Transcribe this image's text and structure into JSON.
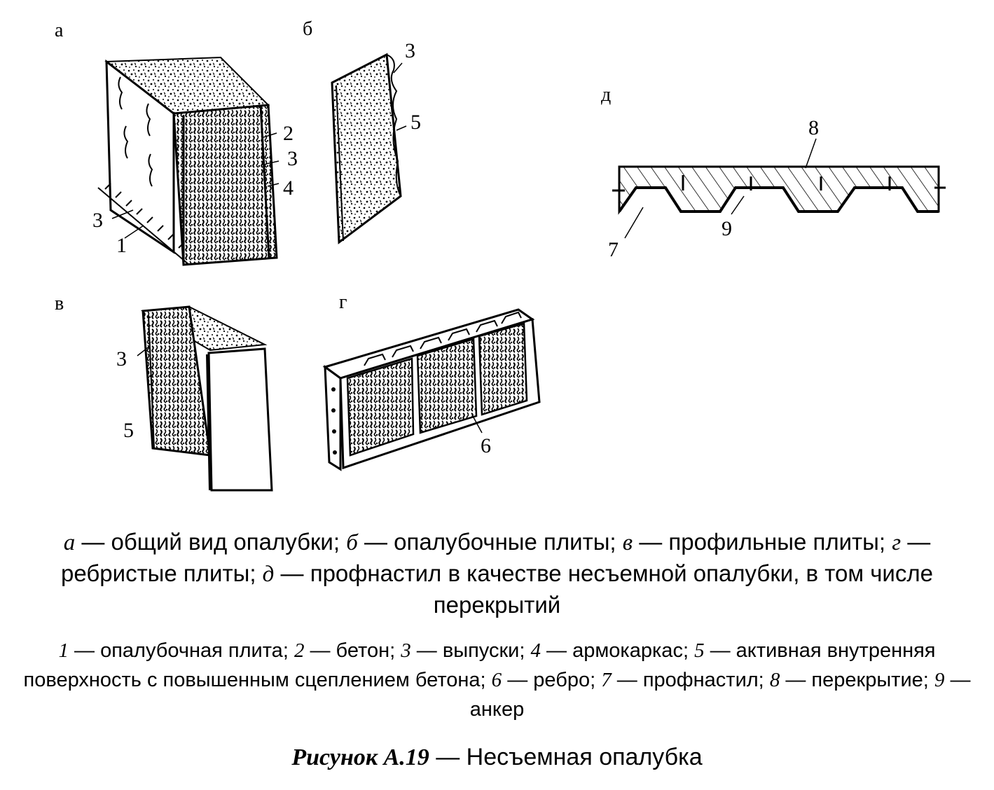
{
  "panels": {
    "a": "а",
    "b": "б",
    "v": "в",
    "g": "г",
    "d": "д"
  },
  "callouts": {
    "a_2": "2",
    "a_3_right": "3",
    "a_4": "4",
    "a_3_left": "3",
    "a_1": "1",
    "b_3": "3",
    "b_5": "5",
    "v_3": "3",
    "v_5": "5",
    "g_6": "6",
    "d_8": "8",
    "d_7": "7",
    "d_9": "9"
  },
  "caption": {
    "parts": [
      {
        "key": "а",
        "text": " — общий вид опалубки; "
      },
      {
        "key": "б",
        "text": " — опалубочные плиты; "
      },
      {
        "key": "в",
        "text": " — профильные плиты; "
      },
      {
        "key": "г",
        "text": " — ребристые плиты; "
      },
      {
        "key": "д",
        "text": " — профнастил в качестве несъемной опалубки, в том числе перекрытий"
      }
    ]
  },
  "legend": {
    "items": [
      {
        "num": "1",
        "text": " — опалубочная плита; "
      },
      {
        "num": "2",
        "text": " — бетон; "
      },
      {
        "num": "3",
        "text": " — выпуски; "
      },
      {
        "num": "4",
        "text": " — армокаркас; "
      },
      {
        "num": "5",
        "text": " — активная внутренняя поверхность с повышенным сцеплением бетона; "
      },
      {
        "num": "6",
        "text": " — ребро; "
      },
      {
        "num": "7",
        "text": " — профнастил; "
      },
      {
        "num": "8",
        "text": " — перекрытие; "
      },
      {
        "num": "9",
        "text": " — анкер"
      }
    ]
  },
  "figure_title": {
    "prefix": "Рисунок А.19",
    "text": " — Несъемная опалубка"
  }
}
